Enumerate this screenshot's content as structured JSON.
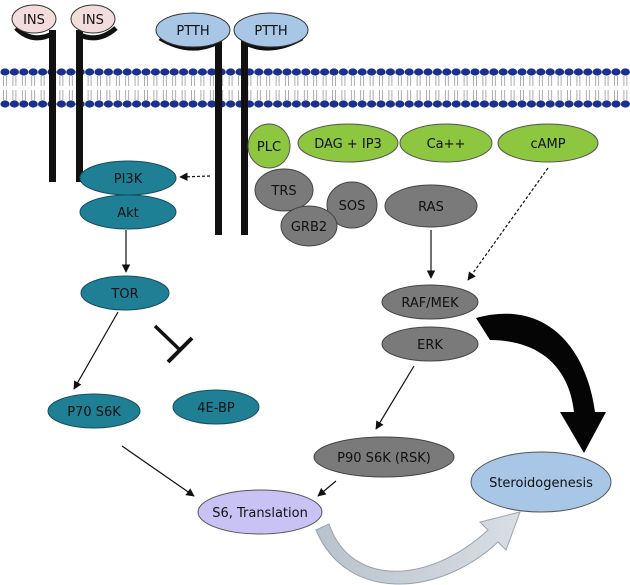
{
  "receptors": {
    "ins_left": "INS",
    "ins_right": "INS",
    "ptth_left": "PTTH",
    "ptth_right": "PTTH"
  },
  "membrane_signaling": {
    "plc": "PLC",
    "dag_ip3": "DAG + IP3",
    "ca": "Ca++",
    "camp": "cAMP"
  },
  "ras_complex": {
    "trs": "TRS",
    "sos": "SOS",
    "ras": "RAS",
    "grb2": "GRB2"
  },
  "insulin_pathway": {
    "pi3k": "PI3K",
    "akt": "Akt",
    "tor": "TOR",
    "p70": "P70 S6K",
    "four_ebp": "4E-BP"
  },
  "mapk_pathway": {
    "raf_mek": "RAF/MEK",
    "erk": "ERK",
    "p90": "P90 S6K (RSK)"
  },
  "outcomes": {
    "translation": "S6, Translation",
    "steroidogenesis": "Steroidogenesis"
  },
  "colors": {
    "teal": "#1f7f95",
    "green": "#8dc63f",
    "grey": "#7a7a7a",
    "pink": "#f3dcdc",
    "blue": "#a8c6e6",
    "lavender": "#c9c3f5",
    "membrane": "#1b2f8f"
  }
}
